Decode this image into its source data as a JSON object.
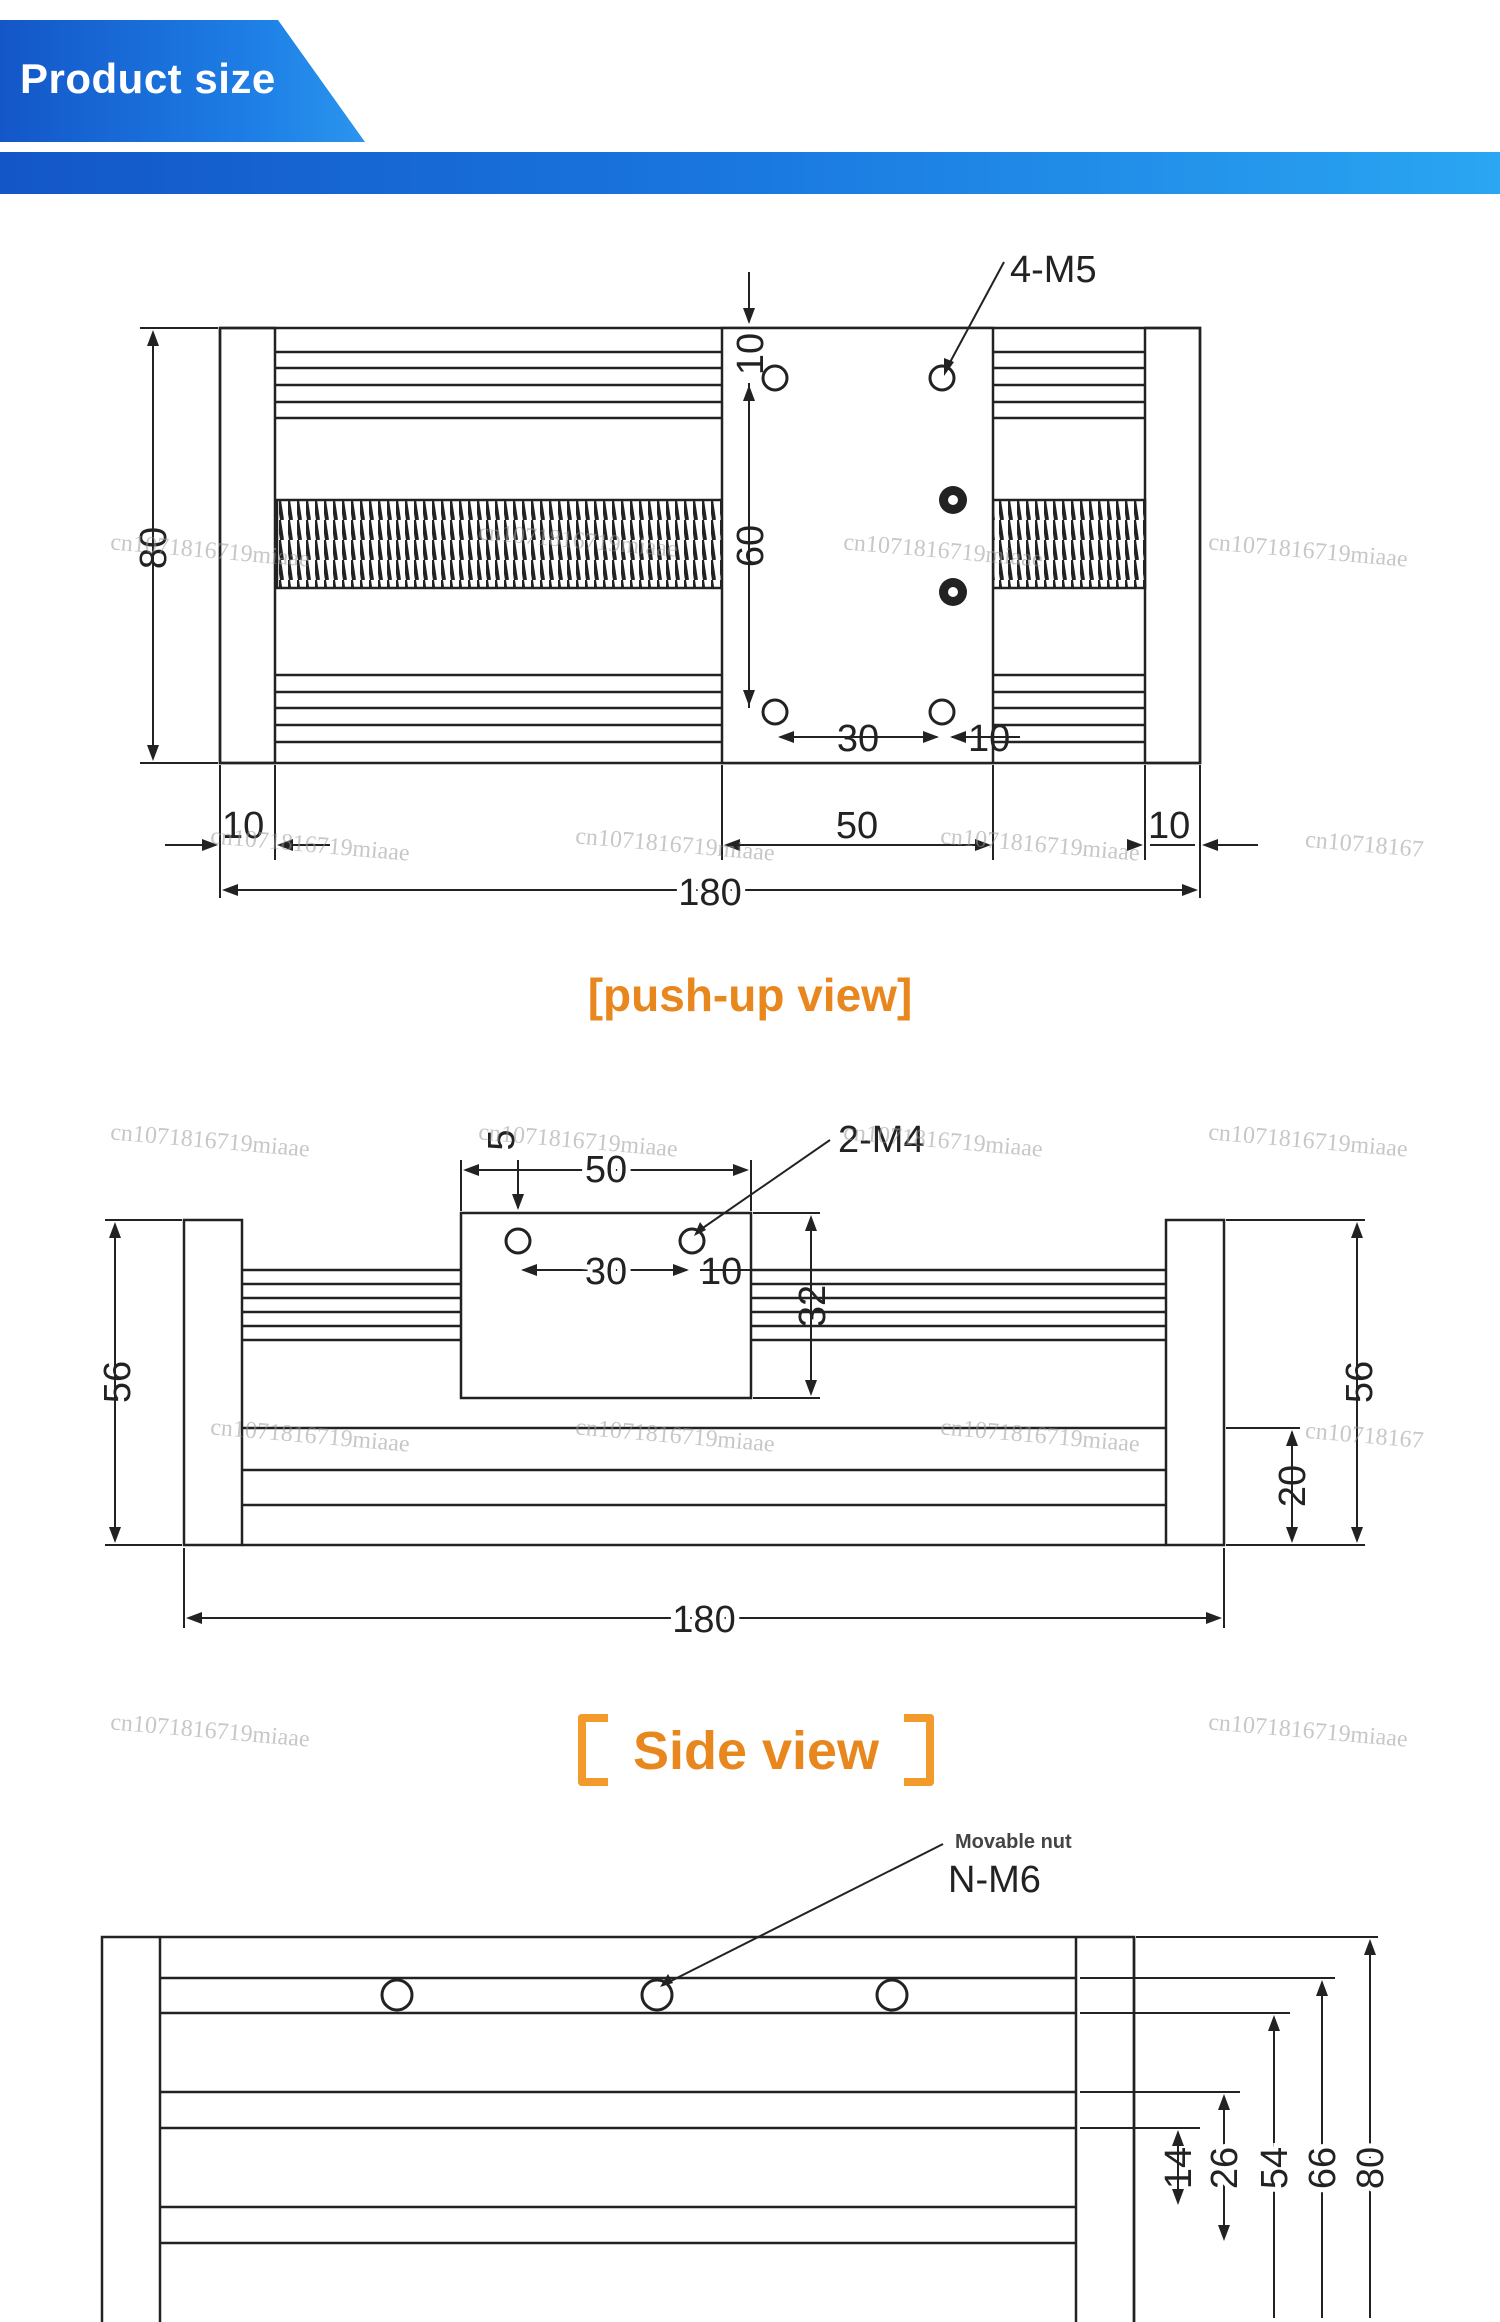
{
  "header": {
    "title": "Product size",
    "accent": "#1e7fe6"
  },
  "caption_color": "#e8871e",
  "views": {
    "top": {
      "caption": "[push-up view]",
      "labels": {
        "holes": "4-M5",
        "height": "80",
        "hole_spacing_v": "60",
        "hole_offset_top": "10",
        "hole_spacing_h": "30",
        "hole_offset_right": "10",
        "end_left": "10",
        "carriage_width": "50",
        "end_right": "10",
        "total_length": "180"
      }
    },
    "side": {
      "caption": "Side view",
      "labels": {
        "holes": "2-M4",
        "carriage_width": "50",
        "hole_offset_top": "5",
        "hole_spacing_h": "30",
        "hole_offset_right": "10",
        "carriage_height": "32",
        "height_left": "56",
        "height_right": "56",
        "base_height": "20",
        "total_length": "180"
      }
    },
    "end": {
      "note": "Movable nut",
      "nut": "N-M6",
      "labels": {
        "d14": "14",
        "d26": "26",
        "d54": "54",
        "d66": "66",
        "d80": "80"
      }
    }
  },
  "watermark": "cn1071816719miaae",
  "watermark_short": "cn1071816719miaae",
  "watermark_trunc": "cn10718167"
}
